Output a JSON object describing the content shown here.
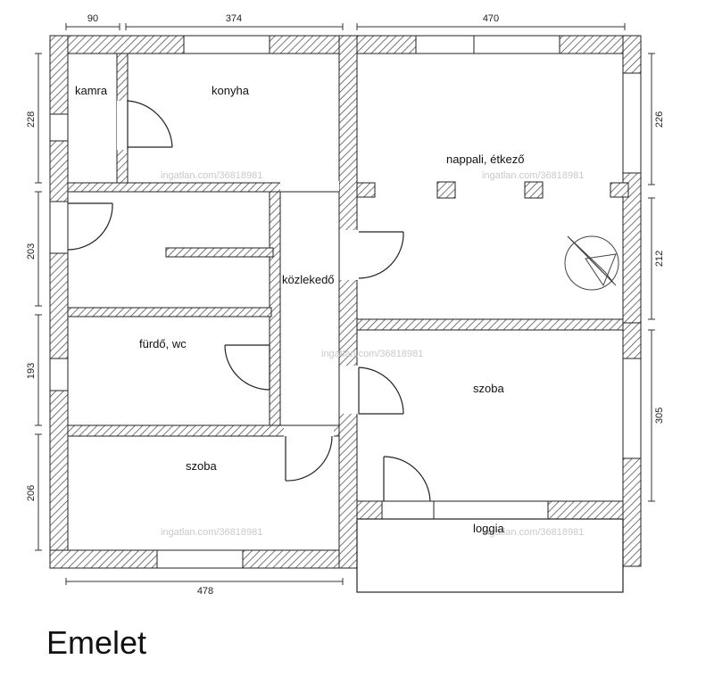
{
  "rooms": {
    "kamra": "kamra",
    "konyha": "konyha",
    "nappali": "nappali, étkező",
    "kozlekedo": "közlekedő",
    "furdo": "fürdő, wc",
    "szoba_right": "szoba",
    "szoba_left": "szoba",
    "loggia": "loggia"
  },
  "dimensions": {
    "top_kamra": "90",
    "top_konyha": "374",
    "top_nappali": "470",
    "bottom_width": "478",
    "left_kamra": "228",
    "left_middle": "203",
    "left_furdo": "193",
    "left_szoba": "206",
    "right_nappali_upper": "226",
    "right_nappali_lower": "212",
    "right_szoba": "305"
  },
  "watermark": "ingatlan.com/36818981",
  "floor_title": "Emelet",
  "colors": {
    "wall_hatch": "#555555",
    "line": "#222222",
    "watermark": "#c9c9c9"
  }
}
